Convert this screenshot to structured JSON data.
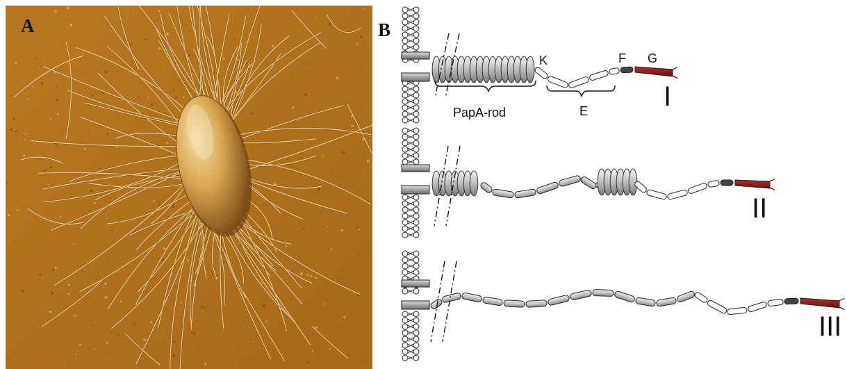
{
  "panel_a": {
    "letter": "A"
  },
  "panel_b": {
    "letter": "B",
    "labels": {
      "k": "K",
      "f": "F",
      "g": "G",
      "e": "E",
      "rod": "PapA-rod"
    },
    "states": [
      "I",
      "II",
      "III"
    ]
  },
  "colors": {
    "afm_background": "#b3731f",
    "adhesin_tip": "#8b1a1a",
    "rod_subunit": "#c8c8c8",
    "tip_subunit": "#ffffff"
  }
}
